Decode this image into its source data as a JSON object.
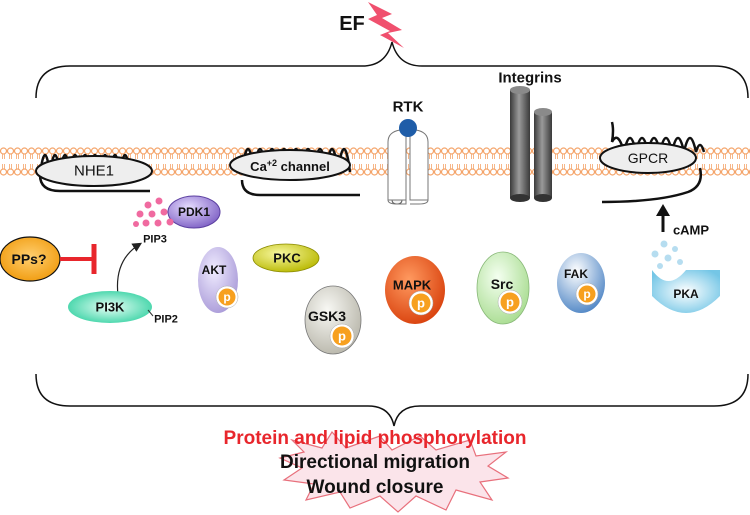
{
  "stimulus": {
    "label": "EF",
    "icon": "lightning-bolt-icon",
    "color": "#f0506e"
  },
  "membrane": {
    "color": "#f4a46a",
    "proteins": {
      "nhe1": "NHE1",
      "ca_channel": {
        "text": "Ca",
        "superscript": "+2",
        "suffix": " channel"
      },
      "rtk": "RTK",
      "integrins": "Integrins",
      "gpcr": "GPCR"
    }
  },
  "signaling": {
    "pps": "PPs?",
    "pdk1": "PDK1",
    "pip3": "PIP3",
    "pi3k": "PI3K",
    "pip2": "PIP2",
    "akt": "AKT",
    "pkc": "PKC",
    "gsk3": "GSK3",
    "mapk": "MAPK",
    "src": "Src",
    "fak": "FAK",
    "camp": "cAMP",
    "pka": "PKA",
    "phospho": "p"
  },
  "colors": {
    "inhibit": "#e8262c",
    "pps": "#f4a21a",
    "pdk1": "#9b7fd4",
    "akt": "#c4b6ea",
    "pkc": "#d8d812",
    "gsk3": "#dcdad0",
    "mapk": "#f15a22",
    "src": "#cfeeb8",
    "fak": "#7aaad8",
    "pka": "#8cd2ec",
    "pi3k": "#54dcb4",
    "phospho": "#f7a01f",
    "headline": "#e8262c"
  },
  "outcomes": {
    "headline": "Protein and lipid phosphorylation",
    "line2": "Directional migration",
    "line3": "Wound closure"
  }
}
